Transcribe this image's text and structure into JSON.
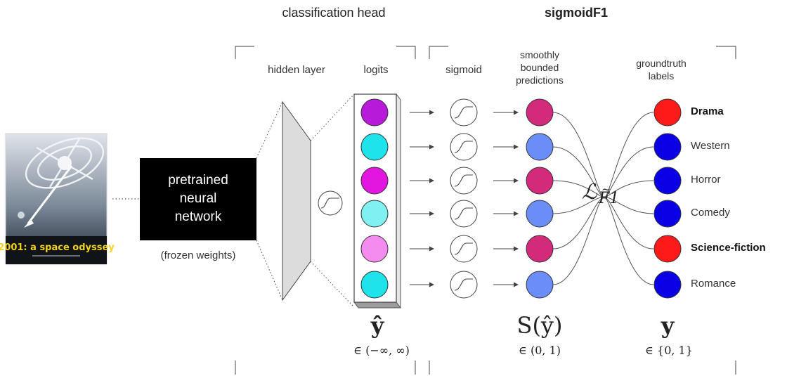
{
  "titles": {
    "classification_head": "classification head",
    "sigmoid_f1": "sigmoidF1"
  },
  "labels": {
    "hidden_layer": "hidden layer",
    "logits": "logits",
    "sigmoid": "sigmoid",
    "smooth_l1": "smoothly",
    "smooth_l2": "bounded",
    "smooth_l3": "predictions",
    "gt_l1": "groundtruth",
    "gt_l2": "labels"
  },
  "network": {
    "line1": "pretrained",
    "line2": "neural",
    "line3": "network",
    "frozen": "(frozen weights)"
  },
  "poster": {
    "title": "2001: a space odyssey"
  },
  "math": {
    "y_hat": "ŷ",
    "y_hat_range": "∈ (−∞, ∞)",
    "s_y_hat": "S(ŷ)",
    "s_range": "∈ (0, 1)",
    "y": "y",
    "y_range": "∈ {0, 1}",
    "loss_symbol": "ℒ",
    "loss_subscript": "F1"
  },
  "colors": {
    "logits": [
      "#b81ad9",
      "#1fe3ea",
      "#e316e0",
      "#80f0f2",
      "#f48cf0",
      "#1fe3ea"
    ],
    "predictions": [
      "#d42a7c",
      "#6b8df7",
      "#d42a7c",
      "#6b8df7",
      "#d42a7c",
      "#6b8df7"
    ],
    "labels": [
      "#ff1a1a",
      "#0a00e6",
      "#0a00e6",
      "#0a00e6",
      "#ff1a1a",
      "#0a00e6"
    ]
  },
  "genres": [
    {
      "name": "Drama",
      "active": true
    },
    {
      "name": "Western",
      "active": false
    },
    {
      "name": "Horror",
      "active": false
    },
    {
      "name": "Comedy",
      "active": false
    },
    {
      "name": "Science-fiction",
      "active": true
    },
    {
      "name": "Romance",
      "active": false
    }
  ]
}
